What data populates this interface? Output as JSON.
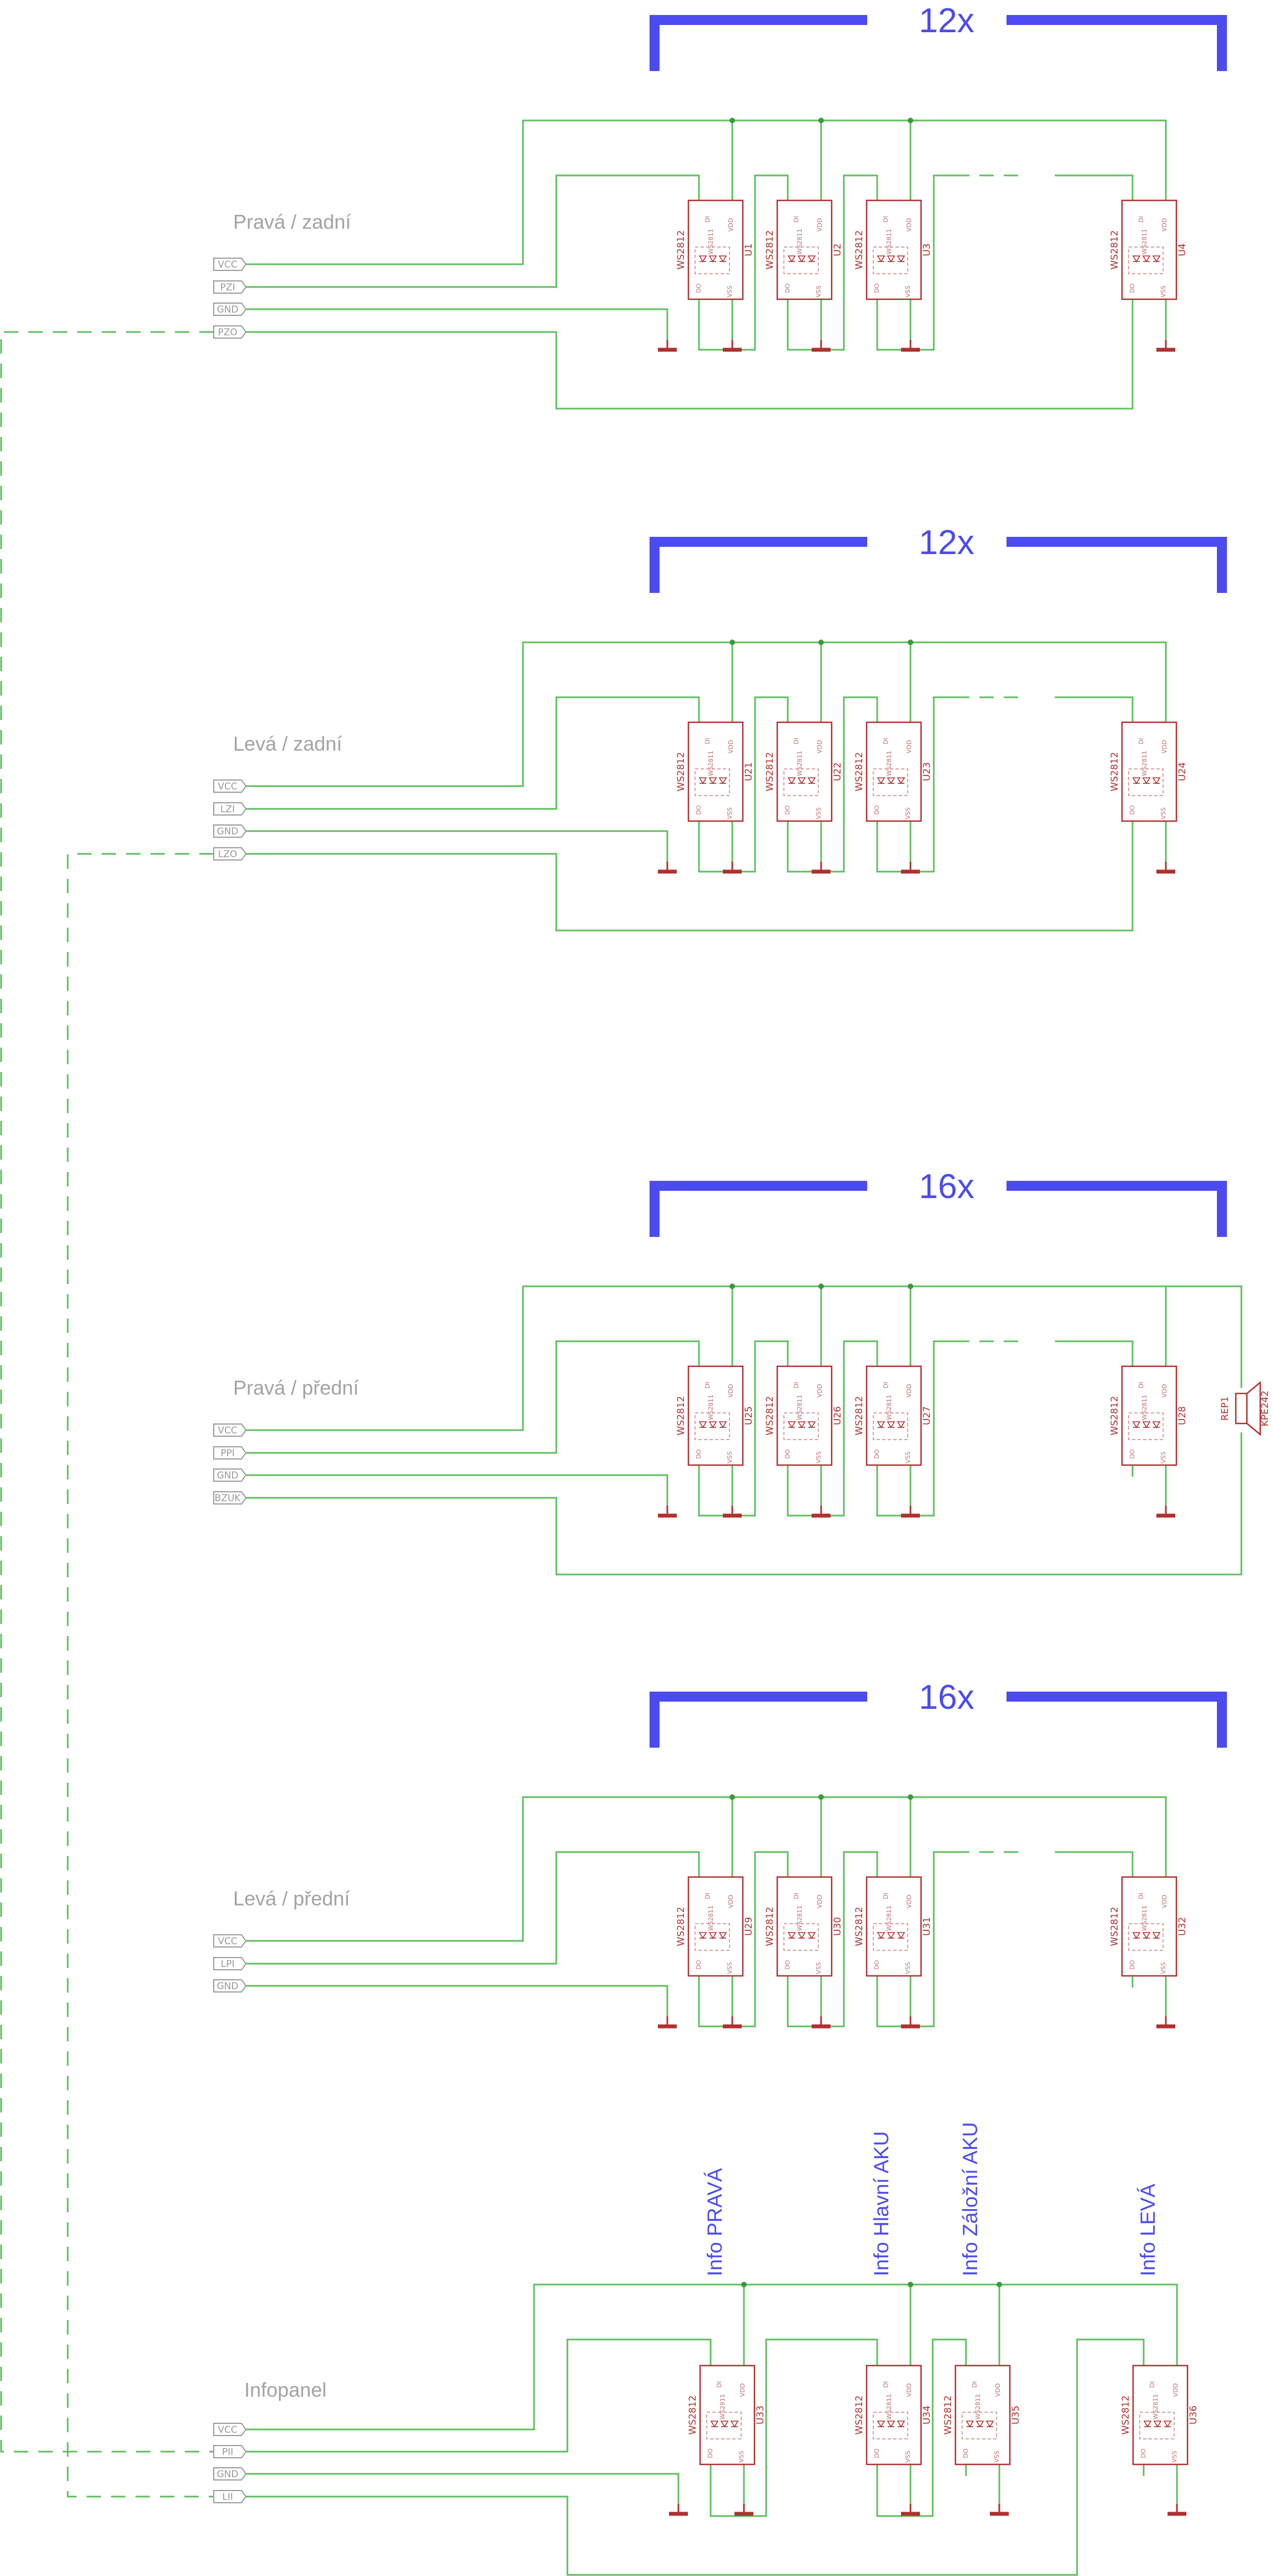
{
  "sections": [
    {
      "title": "Pravá / zadní",
      "count": "12x",
      "pins": [
        "VCC",
        "PZI",
        "GND",
        "PZO"
      ],
      "chips": [
        {
          "part": "WS2812",
          "ref": "U1"
        },
        {
          "part": "WS2812",
          "ref": "U2"
        },
        {
          "part": "WS2812",
          "ref": "U3"
        },
        {
          "part": "WS2812",
          "ref": "U4"
        }
      ]
    },
    {
      "title": "Levá / zadní",
      "count": "12x",
      "pins": [
        "VCC",
        "LZI",
        "GND",
        "LZO"
      ],
      "chips": [
        {
          "part": "WS2812",
          "ref": "U21"
        },
        {
          "part": "WS2812",
          "ref": "U22"
        },
        {
          "part": "WS2812",
          "ref": "U23"
        },
        {
          "part": "WS2812",
          "ref": "U24"
        }
      ]
    },
    {
      "title": "Pravá / přední",
      "count": "16x",
      "pins": [
        "VCC",
        "PPI",
        "GND",
        "BZUK"
      ],
      "chips": [
        {
          "part": "WS2812",
          "ref": "U25"
        },
        {
          "part": "WS2812",
          "ref": "U26"
        },
        {
          "part": "WS2812",
          "ref": "U27"
        },
        {
          "part": "WS2812",
          "ref": "U28"
        }
      ],
      "buzzer": {
        "ref": "REP1",
        "part": "KPE242"
      }
    },
    {
      "title": "Levá / přední",
      "count": "16x",
      "pins": [
        "VCC",
        "LPI",
        "GND"
      ],
      "chips": [
        {
          "part": "WS2812",
          "ref": "U29"
        },
        {
          "part": "WS2812",
          "ref": "U30"
        },
        {
          "part": "WS2812",
          "ref": "U31"
        },
        {
          "part": "WS2812",
          "ref": "U32"
        }
      ]
    }
  ],
  "infopanel": {
    "title": "Infopanel",
    "pins": [
      "VCC",
      "PII",
      "GND",
      "LII"
    ],
    "labels": [
      "Info PRAVÁ",
      "Info Hlavní AKU",
      "Info Záložní AKU",
      "Info LEVÁ"
    ],
    "chips": [
      {
        "part": "WS2812",
        "ref": "U33"
      },
      {
        "part": "WS2812",
        "ref": "U34"
      },
      {
        "part": "WS2812",
        "ref": "U35"
      },
      {
        "part": "WS2812",
        "ref": "U36"
      }
    ]
  },
  "chip_pin_labels": {
    "di": "DI",
    "do": "DO",
    "vdd": "VDD",
    "vss": "VSS",
    "ws": "WS2811"
  },
  "colors": {
    "wire": "#5fbf5f",
    "annotation": "#4b4bef",
    "component": "#b03030",
    "label": "#a3a3a3"
  }
}
